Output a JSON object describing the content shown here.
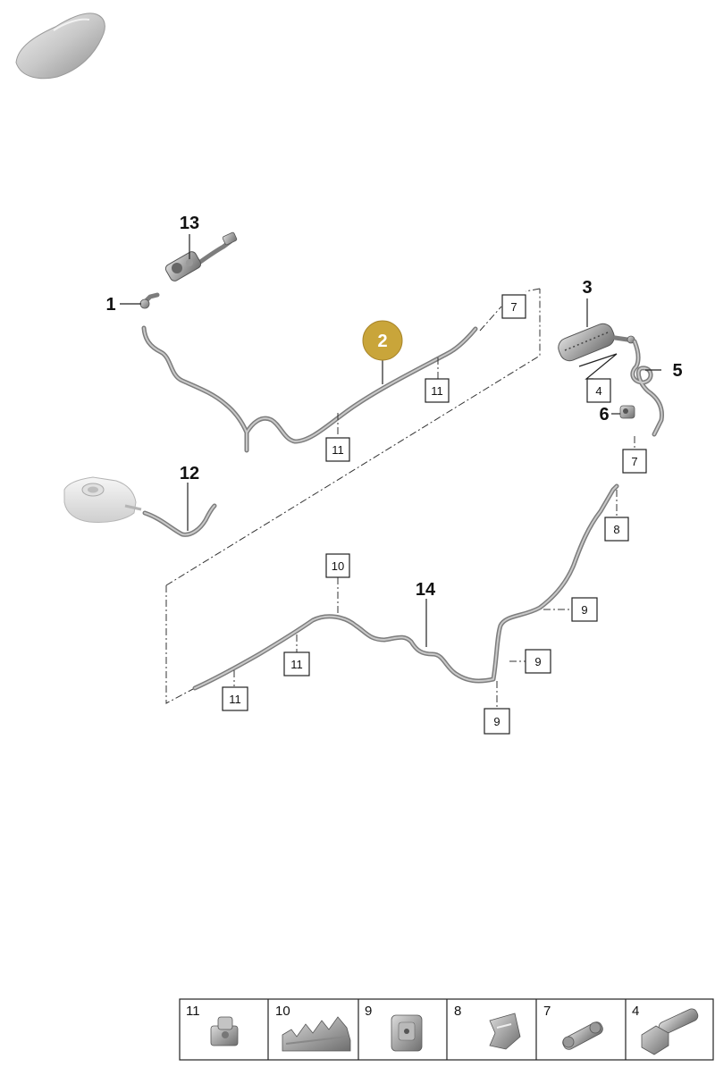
{
  "callouts": {
    "c1": "1",
    "c2": "2",
    "c3": "3",
    "c5": "5",
    "c6": "6",
    "c12": "12",
    "c13": "13",
    "c14": "14"
  },
  "boxes": {
    "b4": "4",
    "b7a": "7",
    "b7b": "7",
    "b8": "8",
    "b9a": "9",
    "b9b": "9",
    "b9c": "9",
    "b10": "10",
    "b11a": "11",
    "b11b": "11",
    "b11c": "11",
    "b11d": "11"
  },
  "legend": [
    "11",
    "10",
    "9",
    "8",
    "7",
    "4"
  ],
  "colors": {
    "highlight": "#c9a53a",
    "pipe": "#7d7d7d",
    "line": "#222222"
  },
  "icons": {
    "vehicle": "car-silhouette-icon",
    "reservoir": "fluid-reservoir-icon"
  }
}
